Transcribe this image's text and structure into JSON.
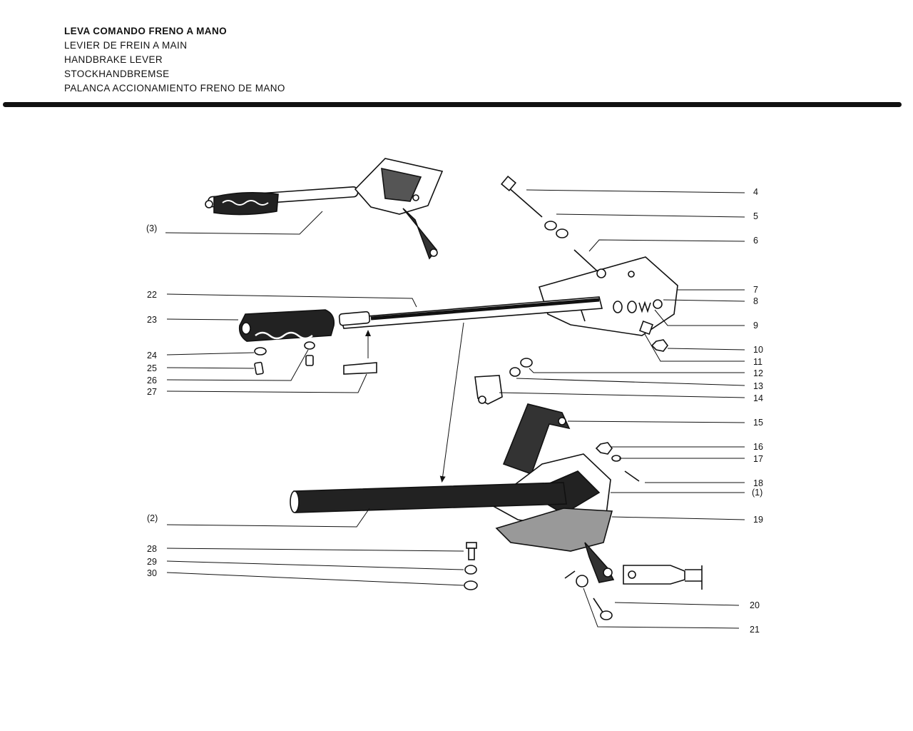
{
  "titles": [
    "LEVA COMANDO FRENO A MANO",
    "LEVIER DE FREIN A MAIN",
    "HANDBRAKE LEVER",
    "STOCKHANDBREMSE",
    "PALANCA ACCIONAMIENTO FRENO DE MANO"
  ],
  "labels": {
    "p1": "(1)",
    "p2": "(2)",
    "p3": "(3)",
    "n4": "4",
    "n5": "5",
    "n6": "6",
    "n7": "7",
    "n8": "8",
    "n9": "9",
    "n10": "10",
    "n11": "11",
    "n12": "12",
    "n13": "13",
    "n14": "14",
    "n15": "15",
    "n16": "16",
    "n17": "17",
    "n18": "18",
    "n19": "19",
    "n20": "20",
    "n21": "21",
    "n22": "22",
    "n23": "23",
    "n24": "24",
    "n25": "25",
    "n26": "26",
    "n27": "27",
    "n28": "28",
    "n29": "29",
    "n30": "30"
  }
}
